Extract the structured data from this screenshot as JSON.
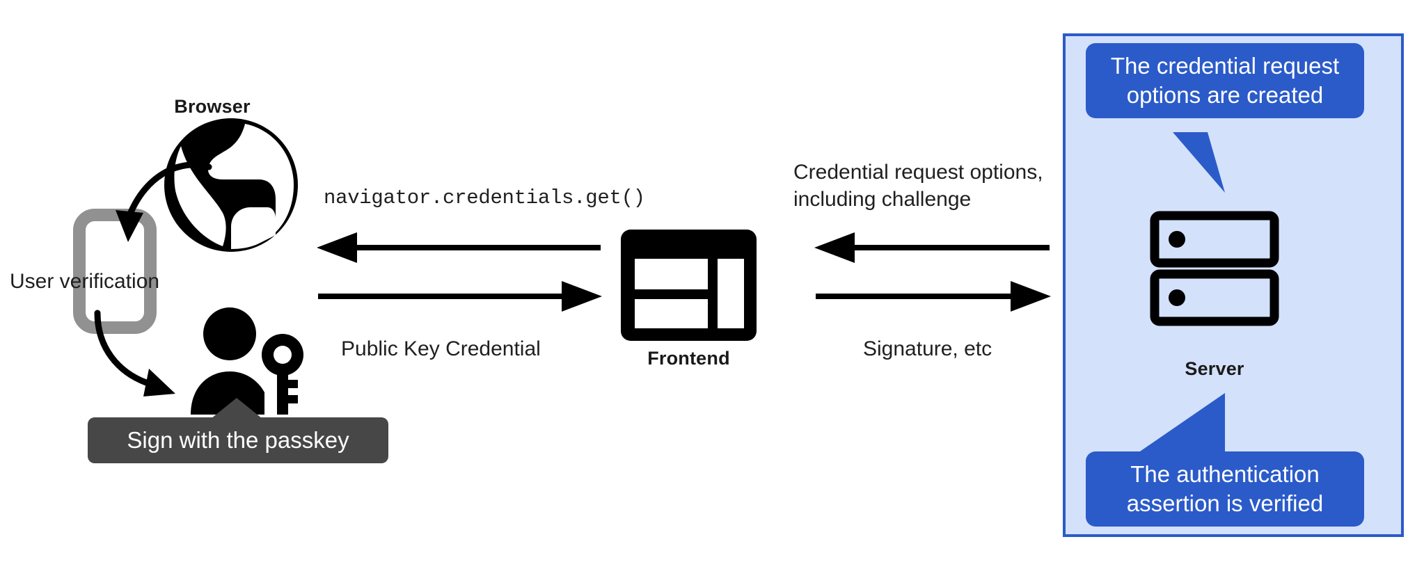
{
  "diagram": {
    "title": "WebAuthn passkey authentication flow",
    "colors": {
      "panel_fill": "#d4e1fb",
      "panel_border": "#2b5bc9",
      "bubble_blue": "#2b5bc9",
      "tooltip_dark": "#474747",
      "icon_black": "#000000",
      "phone_gray": "#919191",
      "text": "#1f1f1f"
    }
  },
  "client": {
    "browser_label": "Browser",
    "user_verification_label": "User verification",
    "passkey_tooltip": "Sign with the passkey"
  },
  "frontend": {
    "label": "Frontend"
  },
  "server": {
    "label": "Server",
    "callout_top": "The credential request options are created",
    "callout_top_line1": "The credential request",
    "callout_top_line2": "options are created",
    "callout_bottom": "The authentication assertion is verified",
    "callout_bottom_line1": "The authentication",
    "callout_bottom_line2": "assertion is verified"
  },
  "flows": {
    "browser_to_frontend_request": "navigator.credentials.get()",
    "frontend_to_browser_response": "Public Key Credential",
    "server_to_frontend_line1": "Credential request options,",
    "server_to_frontend_line2": "including challenge",
    "frontend_to_server": "Signature, etc"
  }
}
